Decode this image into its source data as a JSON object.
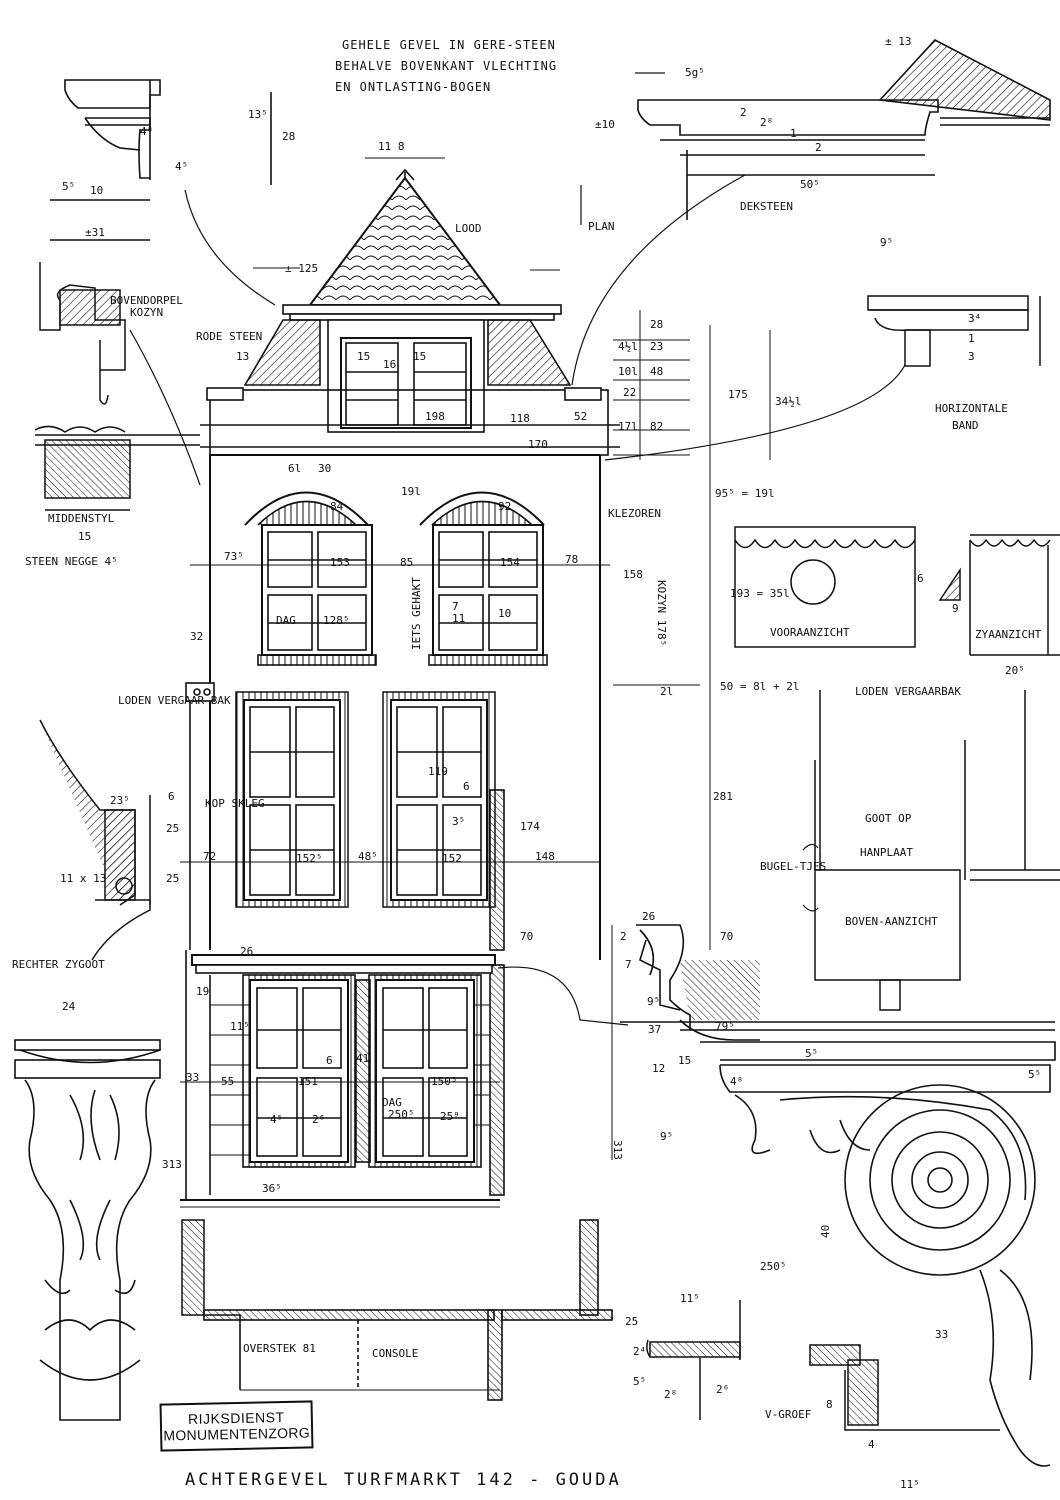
{
  "header_note": {
    "line1": "GEHELE GEVEL IN GERE-STEEN",
    "line2": "BEHALVE BOVENKANT VLECHTING",
    "line3": "EN ONTLASTING-BOGEN"
  },
  "labels": {
    "deksteen": "DEKSTEEN",
    "bovendorpel": "BOVENDORPEL",
    "kozyn": "KOZYN",
    "rode_steen": "RODE STEEN",
    "lood": "LOOD",
    "middenstyl": "MIDDENSTYL",
    "steen_negge": "STEEN NEGGE 4⁵",
    "klezoren": "KLEZOREN",
    "iets_gehakt": "IETS GEHAKT",
    "horizontale": "HORIZONTALE",
    "band": "BAND",
    "vooraanzicht": "VOORAANZICHT",
    "zyaanzicht": "ZYAANZICHT",
    "loden_vergaarbak": "LODEN VERGAARBAK",
    "goot_op": "GOOT OP",
    "hanplaat": "HANPLAAT",
    "boven_aanzicht": "BOVEN-AANZICHT",
    "bugeltjes": "BUGEL-TJES",
    "loden_vergaar_side": "LODEN VERGAAR BAK",
    "kopskleg": "KOP SKLEG",
    "rechter_goot": "RECHTER ZYGOOT",
    "dag": "DAG",
    "kozyn_dim": "KOZYN 178⁵",
    "oversteek": "OVERSTEK 81",
    "consoke": "CONSOLE",
    "v_groef": "V-GROEF",
    "plan": "PLAN"
  },
  "dimensions": {
    "d118": "11 8",
    "d125": "± 125",
    "d28": "28",
    "d13": "13⁵",
    "d48": "4⁸",
    "d45": "4⁵",
    "d10": "10",
    "d5": "5⁵",
    "d31": "±31",
    "d13b": "± 13",
    "d59": "5g⁵",
    "d10b": "±10",
    "d2": "2",
    "d28b": "2⁸",
    "d1": "1",
    "d50": "50⁵",
    "d95": "9⁵",
    "d34": "3⁴",
    "d3": "3",
    "d15": "15",
    "d175": "175",
    "d34l": "34½l",
    "d28c": "28",
    "d41": "4½l",
    "d23": "23",
    "d10l": "10l",
    "d48c": "48",
    "d22": "22",
    "d17l": "17l",
    "d82": "82",
    "d118b": "118",
    "d52": "52",
    "d170": "170",
    "d95l": "95⁵ = 19l",
    "d19l": "19l",
    "d6l": "6l",
    "d30": "30",
    "d84": "84",
    "d92": "92",
    "d73": "73⁵",
    "d153": "153",
    "d85": "85",
    "d154": "154",
    "d78": "78",
    "d128": "128⁵",
    "d7": "7",
    "d11": "11",
    "d10c": "10",
    "d158": "158",
    "d193": "193 = 35l",
    "d6": "6",
    "d9": "9",
    "d20": "20⁵",
    "d32": "32",
    "d50b": "50 = 8l + 2l",
    "d2l": "2l",
    "d119": "119",
    "d6b": "6",
    "d3b": "3⁵",
    "d174": "174",
    "d72": "72",
    "d152": "152⁵",
    "d48b": "48⁵",
    "d152b": "152",
    "d148": "148",
    "d281": "281",
    "d70": "70",
    "d70b": "70",
    "d26": "26",
    "d19": "19",
    "d11b": "11⁵",
    "d6c": "6",
    "d41b": "41",
    "d33": "33",
    "d55": "55",
    "d151": "151",
    "d150": "150⁵",
    "d250": "250⁵",
    "d250b": "25⁹",
    "d4": "4⁵",
    "d2c": "2⁶",
    "d313": "313",
    "d313b": "313",
    "d36": "36⁵",
    "d24": "24",
    "d23b": "23⁵",
    "d6d": "6",
    "d25": "25",
    "d25b": "25",
    "d11x13": "11 x 13",
    "d26b": "26",
    "d2d": "2",
    "d7b": "7",
    "d9b": "9⁵",
    "d79": "79⁵",
    "d37": "37",
    "d12": "12",
    "d15b": "15",
    "d48d": "4⁸",
    "d5b": "5⁵",
    "d5c": "5⁵",
    "d40": "40",
    "d115": "11⁵",
    "d250c": "250⁵",
    "d33b": "33",
    "d25c": "25",
    "d24b": "2⁴",
    "d5d": "5⁵",
    "d28d": "2⁸",
    "d26c": "2⁶",
    "d8": "8",
    "d4b": "4",
    "d115b": "11⁵",
    "d15c": "15",
    "d16": "16",
    "d13c": "13",
    "d198": "198"
  },
  "stamp": {
    "line1": "RIJKSDIENST",
    "line2": "MONUMENTENZORG"
  },
  "footer": "ACHTERGEVEL  TURFMARKT 142 - GOUDA",
  "colors": {
    "ink": "#111111",
    "paper": "#ffffff"
  }
}
